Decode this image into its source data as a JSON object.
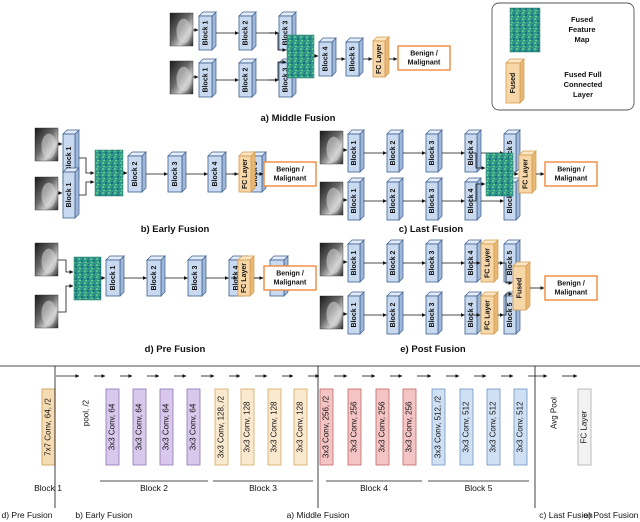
{
  "legend": {
    "fused_map_label": "Fused\nFeature\nMap",
    "fused_fc_label": "Fused Full\nConnected\nLayer",
    "fused_fc_box_text": "Fused"
  },
  "labels": {
    "block1": "Block 1",
    "block2": "Block 2",
    "block3": "Block 3",
    "block4": "Block 4",
    "block5": "Block 5",
    "fc": "FC Layer",
    "fused": "Fused",
    "output": "Benign /\nMalignant"
  },
  "captions": {
    "middle": "a) Middle Fusion",
    "early": "b) Early Fusion",
    "last": "c) Last Fusion",
    "pre": "d) Pre Fusion",
    "post": "e) Post Fusion"
  },
  "architecture": {
    "layers": [
      {
        "label": "7x7 Conv, 64, /2",
        "color": "#f6dcb4",
        "stroke": "#c79a52"
      },
      {
        "label": "pool, /2",
        "color": "",
        "stroke": ""
      },
      {
        "label": "3x3 Conv, 64",
        "color": "#d8c8ec",
        "stroke": "#8c76b4"
      },
      {
        "label": "3x3 Conv, 64",
        "color": "#d8c8ec",
        "stroke": "#8c76b4"
      },
      {
        "label": "3x3 Conv, 64",
        "color": "#d8c8ec",
        "stroke": "#8c76b4"
      },
      {
        "label": "3x3 Conv, 64",
        "color": "#d8c8ec",
        "stroke": "#8c76b4"
      },
      {
        "label": "3x3 Conv, 128, /2",
        "color": "#fbe9cf",
        "stroke": "#d4a860"
      },
      {
        "label": "3x3 Conv, 128",
        "color": "#fbe9cf",
        "stroke": "#d4a860"
      },
      {
        "label": "3x3 Conv, 128",
        "color": "#fbe9cf",
        "stroke": "#d4a860"
      },
      {
        "label": "3x3 Conv, 128",
        "color": "#fbe9cf",
        "stroke": "#d4a860"
      },
      {
        "label": "3x3 Conv, 256, /2",
        "color": "#f4c4c4",
        "stroke": "#c06868"
      },
      {
        "label": "3x3 Conv, 256",
        "color": "#f4c4c4",
        "stroke": "#c06868"
      },
      {
        "label": "3x3 Conv, 256",
        "color": "#f4c4c4",
        "stroke": "#c06868"
      },
      {
        "label": "3x3 Conv, 256",
        "color": "#f4c4c4",
        "stroke": "#c06868"
      },
      {
        "label": "3x3 Conv, 512, /2",
        "color": "#cfe0f4",
        "stroke": "#6f95c4"
      },
      {
        "label": "3x3 Conv, 512",
        "color": "#cfe0f4",
        "stroke": "#6f95c4"
      },
      {
        "label": "3x3 Conv, 512",
        "color": "#cfe0f4",
        "stroke": "#6f95c4"
      },
      {
        "label": "3x3 Conv, 512",
        "color": "#cfe0f4",
        "stroke": "#6f95c4"
      },
      {
        "label": "Avg Pool",
        "color": "",
        "stroke": ""
      },
      {
        "label": "FC Layer",
        "color": "#f2f2f2",
        "stroke": "#aaaaaa"
      }
    ],
    "group_labels": [
      "Block 1",
      "Block 2",
      "Block 3",
      "Block 4",
      "Block 5"
    ],
    "fusion_points": [
      "d) Pre Fusion",
      "b) Early Fusion",
      "a) Middle Fusion",
      "c) Last Fusion",
      "e) Post Fusion"
    ]
  },
  "colors": {
    "block_fill": "#c9daf0",
    "block_stroke": "#3c5f8e",
    "fc_fill": "#f7d6a8",
    "fc_stroke": "#d49a4c",
    "output_stroke": "#f08a3c",
    "feature_map": "#2f9a86"
  }
}
